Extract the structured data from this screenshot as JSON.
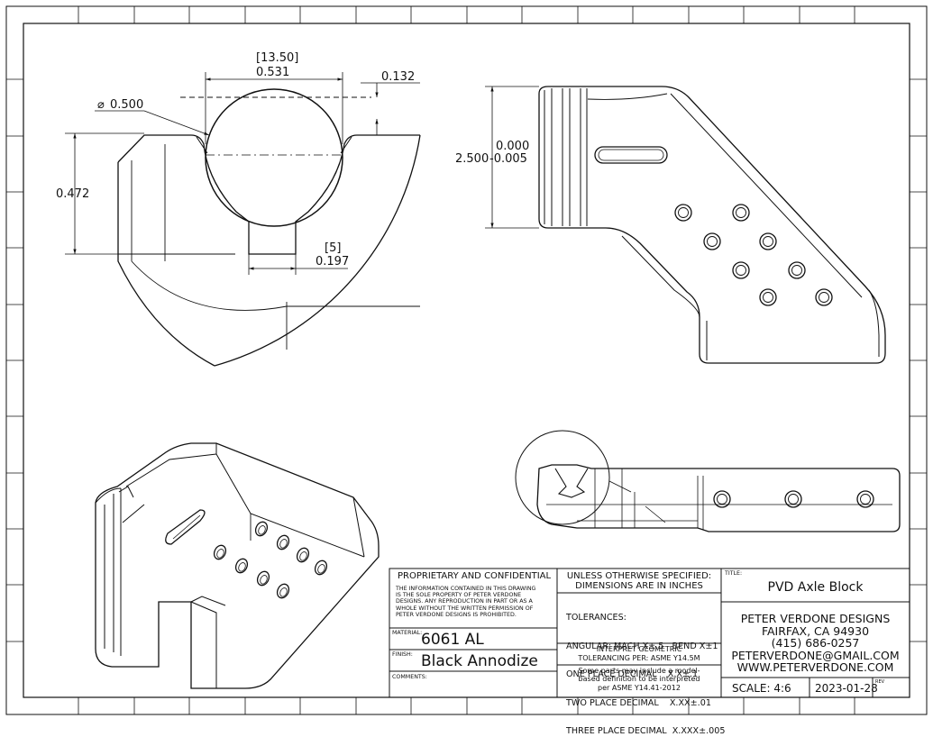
{
  "dimensions": {
    "width_mm": "[13.50]",
    "width_in": "0.531",
    "offset_in": "0.132",
    "diameter": "0.500",
    "height_in": "0.472",
    "slot_mm": "[5]",
    "slot_in": "0.197",
    "overall_nominal": "2.500",
    "tol_upper": "0.000",
    "tol_lower": "-0.005"
  },
  "title_block": {
    "proprietary_heading": "PROPRIETARY AND CONFIDENTIAL",
    "proprietary_lines": [
      "THE INFORMATION CONTAINED IN THIS DRAWING",
      "IS THE SOLE PROPERTY OF PETER VERDONE",
      "DESIGNS.  ANY REPRODUCTION IN PART OR AS A",
      "WHOLE WITHOUT THE WRITTEN PERMISSION OF",
      "PETER VERDONE DESIGNS IS PROHIBITED."
    ],
    "material_label": "MATERIAL:",
    "material": "6061 AL",
    "finish_label": "FINISH:",
    "finish": "Black Annodize",
    "comments_label": "COMMENTS:",
    "spec_heading_1": "UNLESS OTHERWISE SPECIFIED:",
    "spec_heading_2": "DIMENSIONS ARE IN INCHES",
    "tolerances_label": "TOLERANCES:",
    "tolerance_lines": [
      "ANGULAR: MACH X±.5   BEND X±1",
      "ONE PLACE DECIMAL    X.X±.1",
      "TWO PLACE DECIMAL    X.XX±.01",
      "THREE PLACE DECIMAL  X.XXX±.005"
    ],
    "geometric_1": "INTERPRET GEOMETRIC",
    "geometric_2": "TOLERANCING PER: ASME Y14.5M",
    "model_note_1": "Some parts may include a model-",
    "model_note_2": "based definition to be interpreted",
    "model_note_3": "per ASME Y14.41-2012",
    "title_label": "TITLE:",
    "title": "PVD Axle Block",
    "company_lines": [
      "PETER VERDONE DESIGNS",
      "FAIRFAX, CA 94930",
      "(415) 686-0257",
      "PETERVERDONE@GMAIL.COM",
      "WWW.PETERVERDONE.COM"
    ],
    "scale": "SCALE: 4:6",
    "date": "2023-01-28",
    "rev_label": "REV"
  }
}
